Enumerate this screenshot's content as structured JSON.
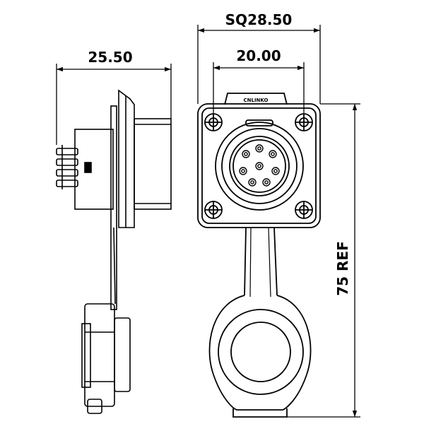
{
  "dimensions": {
    "side_width": "25.50",
    "square": "SQ28.50",
    "hole_spacing": "20.00",
    "overall_length": "75 REF"
  },
  "logo": {
    "text": "CNLINKO"
  },
  "colors": {
    "line": "#000000",
    "background": "#ffffff"
  }
}
